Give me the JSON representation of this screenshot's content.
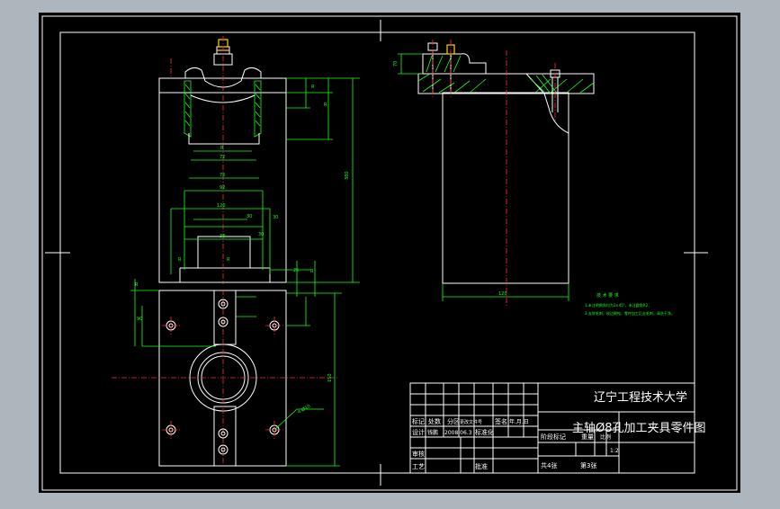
{
  "colors": {
    "background": "#000000",
    "outer_gray": "#aeb6bd",
    "geometry": "#ffffff",
    "dimension": "#19ff19",
    "centerline": "#ff3030",
    "hatch": "#19ff19",
    "highlight": "#ffd200"
  },
  "title_block": {
    "school": "辽宁工程技术大学",
    "drawing_title": "主轴Ø8孔加工夹具零件图",
    "scale": "1:2",
    "row_labels": {
      "mark": "标记",
      "count": "处数",
      "zone": "分区",
      "change_doc": "更改文件号",
      "sign": "签名",
      "date": "年.月.日"
    },
    "design_label": "设计",
    "designer": "钱鹏",
    "design_date": "2008.06.3",
    "standardize_label": "标准化",
    "review_label": "审核",
    "process_label": "工艺",
    "approve_label": "批准",
    "stage_mark_label": "阶段标记",
    "weight_label": "重量",
    "scale_label": "比例",
    "sheets_total": "共4张",
    "sheet_no": "第3张"
  },
  "tech_notes": {
    "line1": "技 术 要 求",
    "line2": "1.未注明倒角均为1×45°，未注圆角R2；",
    "line3": "2.去除毛刺，锐边倒钝，零件加工后去毛刺，清洗干净。"
  },
  "dimensions": {
    "d_r1": "R",
    "d_72": "72",
    "d_75": "75",
    "d_92": "92",
    "d_120": "120",
    "d_30a": "30",
    "d_30b": "30",
    "d_38": "38",
    "d_r2": "R",
    "d_r3": "R",
    "d_r4": "R",
    "d_r5": "R",
    "d_380": "380",
    "d_30c": "30",
    "d_25": "25",
    "d_r6": "R",
    "d_r7": "R",
    "d_90": "90",
    "d_150": "150",
    "d_4phi": "4-Ø10",
    "d_side_70": "70",
    "d_side_120": "120"
  }
}
